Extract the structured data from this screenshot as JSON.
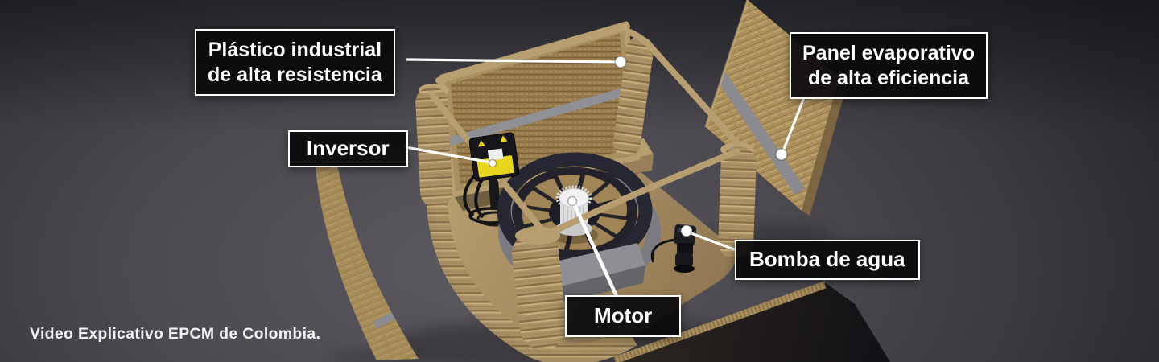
{
  "annotations": {
    "plastic": {
      "label": "Plástico industrial\nde alta resistencia"
    },
    "panel": {
      "label": "Panel evaporativo\nde alta eficiencia"
    },
    "inverter": {
      "label": "Inversor"
    },
    "pump": {
      "label": "Bomba de agua"
    },
    "motor": {
      "label": "Motor"
    }
  },
  "caption": {
    "text": "Video Explicativo EPCM de Colombia."
  },
  "colors": {
    "label_background": "#0a0a0c",
    "label_border": "#ffffff",
    "label_text": "#ffffff",
    "leader_line": "#ffffff",
    "plastic_tan": "#b5996a",
    "pad_straw": "#9c7f4e",
    "panel_fiber": "#b0945f",
    "band_gray": "#8a8a90",
    "fan_ring_dark": "#272633",
    "fan_ring_gray": "#7b7b81",
    "motor_hub_white": "#e5e5e6",
    "inverter_yellow": "#e8d520",
    "device_black": "#17171b",
    "background_mid": "#4b494f"
  }
}
